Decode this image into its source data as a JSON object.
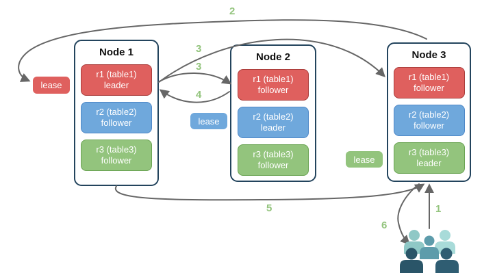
{
  "nodes": [
    {
      "title": "Node 1",
      "replicas": [
        {
          "label": "r1 (table1)",
          "role": "leader",
          "color_key": "red"
        },
        {
          "label": "r2 (table2)",
          "role": "follower",
          "color_key": "blue"
        },
        {
          "label": "r3 (table3)",
          "role": "follower",
          "color_key": "green"
        }
      ]
    },
    {
      "title": "Node 2",
      "replicas": [
        {
          "label": "r1 (table1)",
          "role": "follower",
          "color_key": "red"
        },
        {
          "label": "r2 (table2)",
          "role": "leader",
          "color_key": "blue"
        },
        {
          "label": "r3 (table3)",
          "role": "follower",
          "color_key": "green"
        }
      ]
    },
    {
      "title": "Node 3",
      "replicas": [
        {
          "label": "r1 (table1)",
          "role": "follower",
          "color_key": "red"
        },
        {
          "label": "r2 (table2)",
          "role": "follower",
          "color_key": "blue"
        },
        {
          "label": "r3 (table3)",
          "role": "leader",
          "color_key": "green"
        }
      ]
    }
  ],
  "leases": [
    {
      "label": "lease",
      "color_key": "red"
    },
    {
      "label": "lease",
      "color_key": "blue"
    },
    {
      "label": "lease",
      "color_key": "green"
    }
  ],
  "step_numbers": {
    "s1": "1",
    "s2": "2",
    "s3a": "3",
    "s3b": "3",
    "s4": "4",
    "s5": "5",
    "s6": "6"
  },
  "colors": {
    "red_fill": "#df605e",
    "red_stroke": "#a93c3a",
    "blue_fill": "#6fa8dc",
    "blue_stroke": "#4d87c7",
    "green_fill": "#93c47d",
    "green_stroke": "#69a352",
    "node_border": "#23445d",
    "arrow": "#666666",
    "step_label": "#93c47d",
    "users_light": "#a8dbd9",
    "users_medium": "#5d9cab",
    "users_dark": "#2b5569"
  },
  "icons": {
    "users_group": "users-group-icon"
  }
}
